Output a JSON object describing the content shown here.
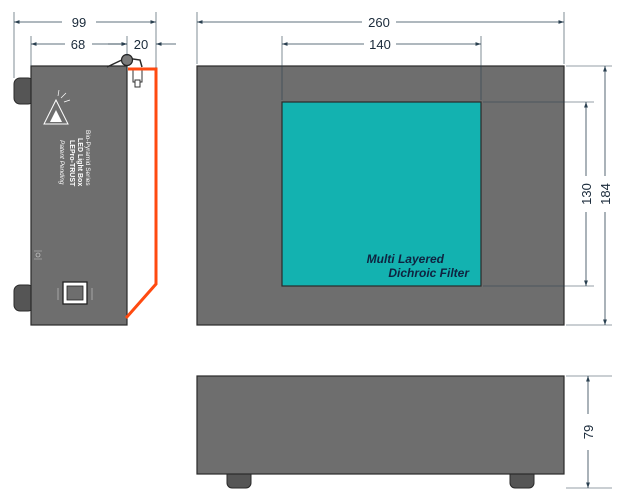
{
  "dimensions": {
    "side_total": "99",
    "side_body": "68",
    "side_cable": "20",
    "top_width": "260",
    "filter_width": "140",
    "filter_height": "130",
    "top_height": "184",
    "front_height": "79"
  },
  "filter": {
    "line1": "Multi Layered",
    "line2": "Dichroic Filter"
  },
  "side_label": {
    "series": "Bio-Pyramid Series",
    "product_line1": "LED Light Box",
    "product_line2": "LEPro-TRUST",
    "patent": "Patent Pending"
  },
  "colors": {
    "housing": "#6e6e6e",
    "filter": "#13b2b0",
    "cable": "#ff4a10",
    "dim_line": "#2a4050"
  }
}
